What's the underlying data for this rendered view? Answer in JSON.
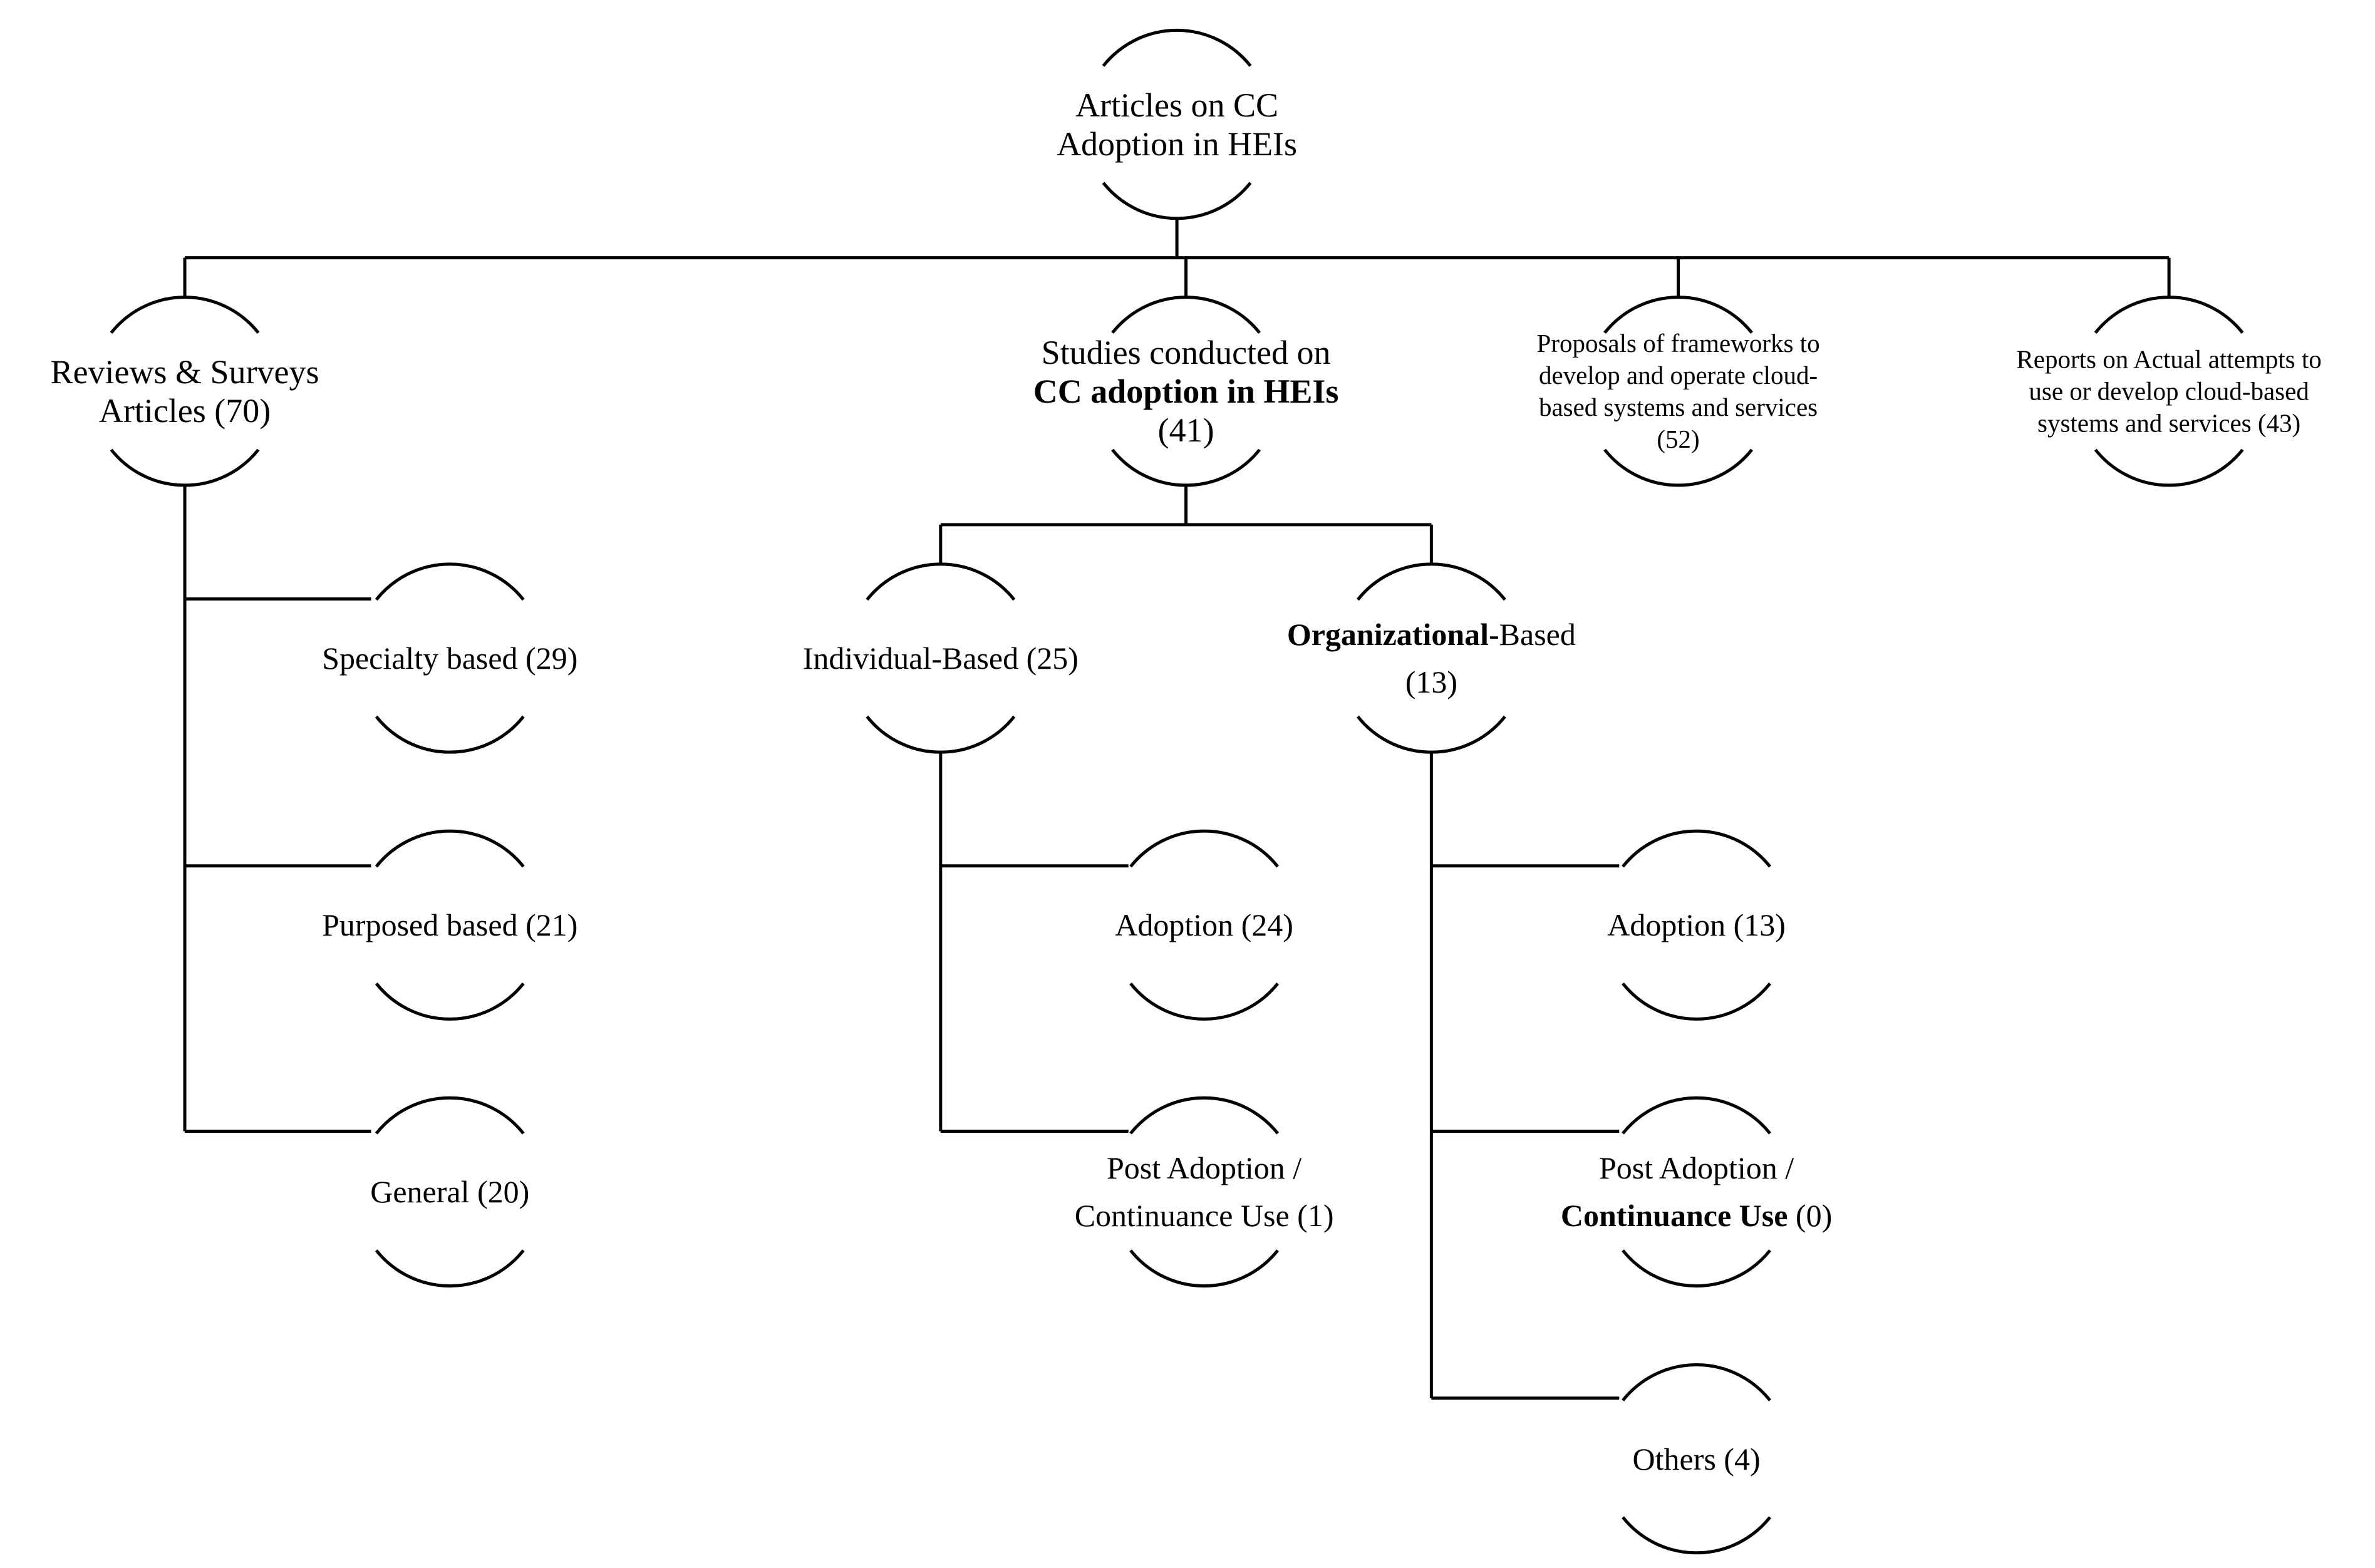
{
  "root": {
    "lines": [
      {
        "parts": [
          "Articles on CC"
        ]
      },
      {
        "parts": [
          "Adoption in HEIs"
        ]
      }
    ]
  },
  "categories": [
    {
      "id": "reviews",
      "lines": [
        {
          "parts": [
            "Reviews & Surveys"
          ]
        },
        {
          "parts": [
            "Articles (70)"
          ]
        }
      ]
    },
    {
      "id": "studies",
      "lines": [
        {
          "parts": [
            "Studies conducted on"
          ]
        },
        {
          "parts": [
            "CC adoption in HEIs"
          ],
          "bold": [
            0
          ]
        },
        {
          "parts": [
            "(41)"
          ]
        }
      ]
    },
    {
      "id": "proposals",
      "lines": [
        {
          "parts": [
            "Proposals of frameworks to"
          ]
        },
        {
          "parts": [
            "develop and operate cloud-"
          ]
        },
        {
          "parts": [
            "based systems and services"
          ]
        },
        {
          "parts": [
            "(52)"
          ]
        }
      ]
    },
    {
      "id": "reports",
      "lines": [
        {
          "parts": [
            "Reports on Actual attempts to"
          ]
        },
        {
          "parts": [
            "use or develop cloud-based"
          ]
        },
        {
          "parts": [
            "systems and services (43)"
          ]
        }
      ]
    }
  ],
  "review_types": [
    {
      "id": "specialty",
      "lines": [
        {
          "parts": [
            "Specialty based  (29)"
          ]
        }
      ]
    },
    {
      "id": "purposed",
      "lines": [
        {
          "parts": [
            "Purposed based (21)"
          ]
        }
      ]
    },
    {
      "id": "general",
      "lines": [
        {
          "parts": [
            "General (20)"
          ]
        }
      ]
    }
  ],
  "study_levels": [
    {
      "id": "individual",
      "lines": [
        {
          "parts": [
            "Individual-Based (25)"
          ]
        }
      ]
    },
    {
      "id": "organizational",
      "lines": [
        {
          "parts": [
            "Organizational",
            "-Based"
          ],
          "bold": [
            0
          ]
        },
        {
          "parts": [
            "(13)"
          ]
        }
      ]
    }
  ],
  "individual_stages": [
    {
      "id": "ind-adoption",
      "lines": [
        {
          "parts": [
            "Adoption (24)"
          ]
        }
      ]
    },
    {
      "id": "ind-post-adoption",
      "lines": [
        {
          "parts": [
            "Post Adoption /"
          ]
        },
        {
          "parts": [
            "Continuance Use (1)"
          ]
        }
      ]
    }
  ],
  "organizational_stages": [
    {
      "id": "org-adoption",
      "lines": [
        {
          "parts": [
            "Adoption (13)"
          ]
        }
      ]
    },
    {
      "id": "org-post-adoption",
      "lines": [
        {
          "parts": [
            "Post Adoption /"
          ]
        },
        {
          "parts": [
            "Continuance Use",
            " (0)"
          ],
          "bold": [
            0
          ]
        }
      ]
    },
    {
      "id": "org-others",
      "lines": [
        {
          "parts": [
            "Others (4)"
          ]
        }
      ]
    }
  ]
}
